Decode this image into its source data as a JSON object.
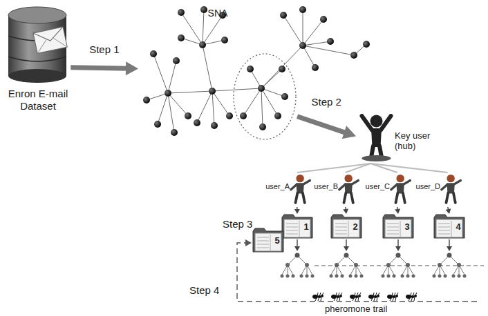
{
  "diagram": {
    "nodes": [
      {
        "text": [
          "Enron E-mail Dataset"
        ]
      },
      {
        "text": [
          "SNA"
        ]
      },
      {
        "text": [
          "Key user (hub)"
        ]
      },
      {
        "text": [
          "user_A"
        ]
      },
      {
        "text": [
          "user_B"
        ]
      },
      {
        "text": [
          "user_C"
        ]
      },
      {
        "text": [
          "user_D"
        ]
      },
      {
        "text": [
          "1"
        ]
      },
      {
        "text": [
          "2"
        ]
      },
      {
        "text": [
          "3"
        ]
      },
      {
        "text": [
          "4"
        ]
      },
      {
        "text": [
          "5"
        ]
      }
    ],
    "edges": [
      {
        "from": 0,
        "to": 1,
        "label": "Step 1",
        "arrow": "to"
      },
      {
        "from": 1,
        "to": 2,
        "label": "Step 2",
        "arrow": "to"
      },
      {
        "from": 2,
        "to": 3,
        "arrow": "none"
      },
      {
        "from": 2,
        "to": 4,
        "arrow": "none"
      },
      {
        "from": 2,
        "to": 5,
        "arrow": "none"
      },
      {
        "from": 2,
        "to": 6,
        "arrow": "none"
      },
      {
        "from": 3,
        "to": 7,
        "arrow": "to"
      },
      {
        "from": 4,
        "to": 8,
        "arrow": "to"
      },
      {
        "from": 5,
        "to": 9,
        "arrow": "to"
      },
      {
        "from": 6,
        "to": 10,
        "arrow": "to"
      }
    ],
    "labels": [
      "Step 3",
      "Step 4",
      "pheromone trail"
    ]
  }
}
